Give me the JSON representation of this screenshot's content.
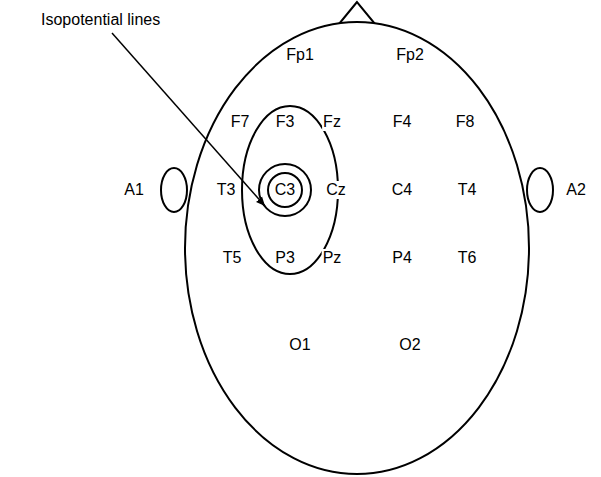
{
  "diagram": {
    "labels": [
      "Isopotential lines",
      "Fp1",
      "Fp2",
      "F7",
      "F3",
      "Fz",
      "F4",
      "F8",
      "A1",
      "T3",
      "C3",
      "Cz",
      "C4",
      "T4",
      "A2",
      "T5",
      "P3",
      "Pz",
      "P4",
      "T6",
      "O1",
      "O2"
    ]
  }
}
